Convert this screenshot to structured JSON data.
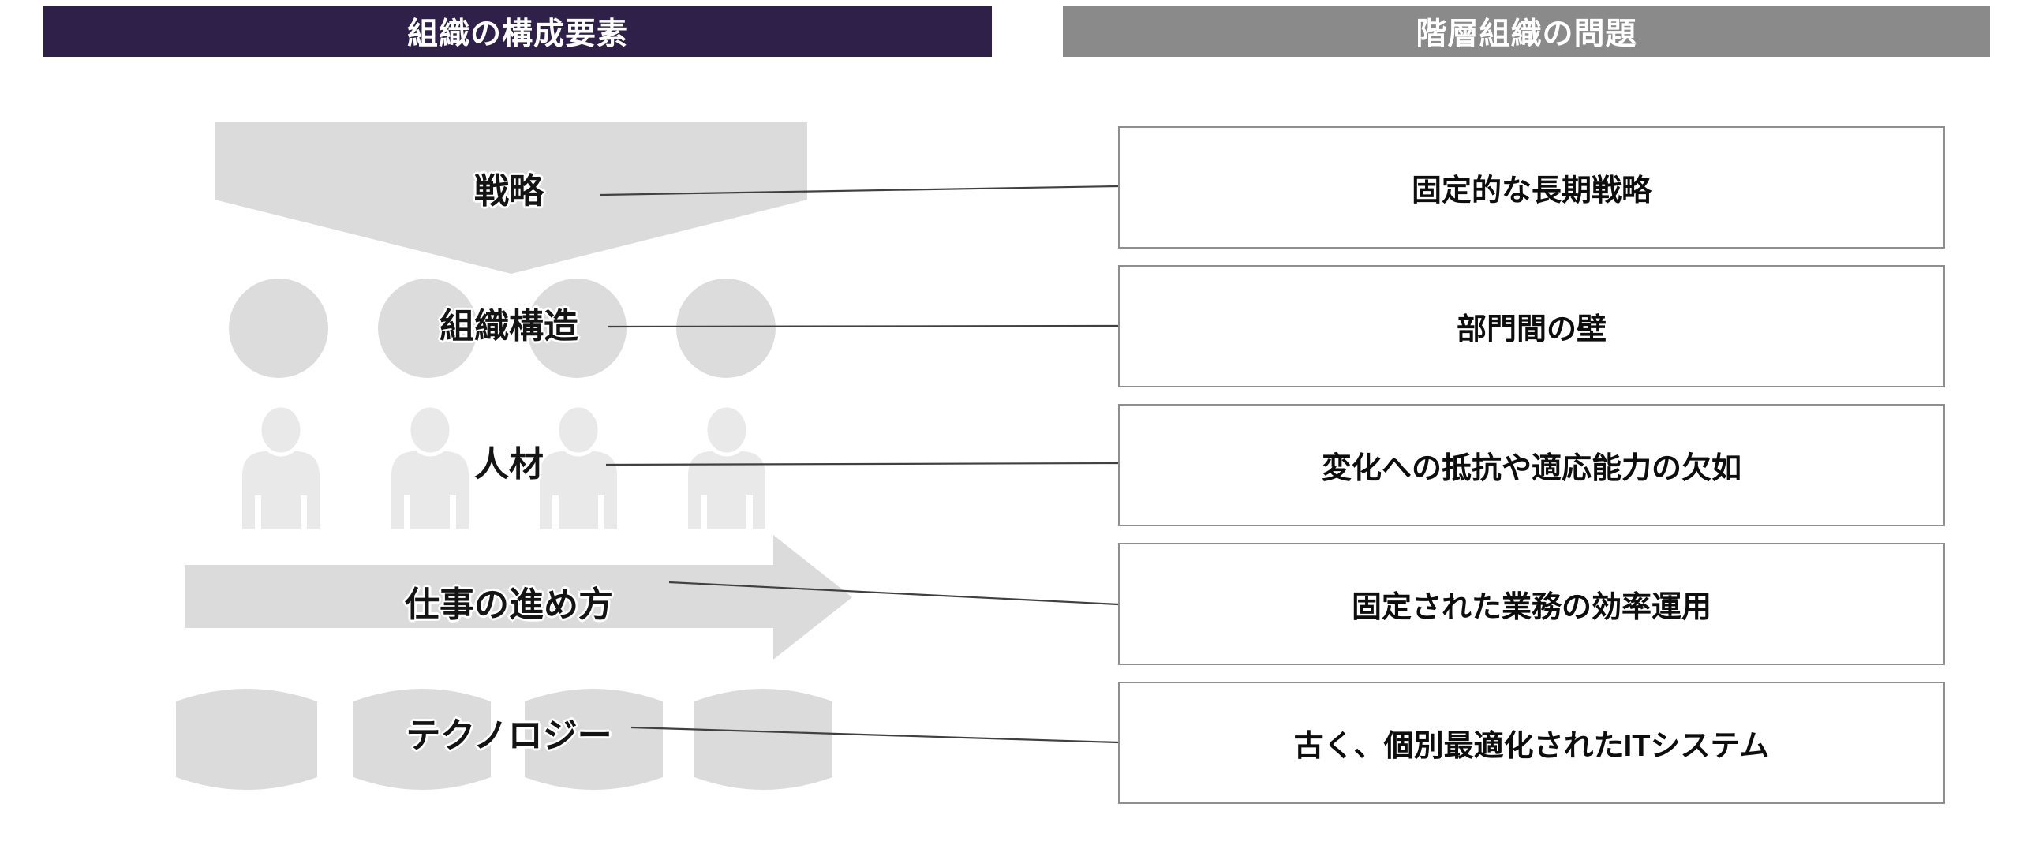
{
  "headers": {
    "left": {
      "label": "組織の構成要素",
      "bg": "#2E2048"
    },
    "right": {
      "label": "階層組織の問題",
      "bg": "#8A8A8A"
    }
  },
  "left_column": {
    "items": [
      {
        "id": "strategy",
        "label": "戦略",
        "shape": "down-chevron"
      },
      {
        "id": "structure",
        "label": "組織構造",
        "shape": "four-circles"
      },
      {
        "id": "people",
        "label": "人材",
        "shape": "four-person-icons"
      },
      {
        "id": "process",
        "label": "仕事の進め方",
        "shape": "right-arrow"
      },
      {
        "id": "technology",
        "label": "テクノロジー",
        "shape": "four-cylinders"
      }
    ]
  },
  "right_column": {
    "items": [
      {
        "label": "固定的な長期戦略"
      },
      {
        "label": "部門間の壁"
      },
      {
        "label": "変化への抵抗や適応能力の欠如"
      },
      {
        "label": "固定された業務の効率運用"
      },
      {
        "label": "古く、個別最適化されたITシステム"
      }
    ]
  },
  "colors": {
    "shape_gray": "#DBDBDB",
    "circle_gray": "#DCDCDC",
    "person_gray": "#E9E9E9",
    "box_border": "#8F8F8F",
    "connector": "#404040",
    "header_left_bg": "#2E2048",
    "header_right_bg": "#8A8A8A"
  }
}
